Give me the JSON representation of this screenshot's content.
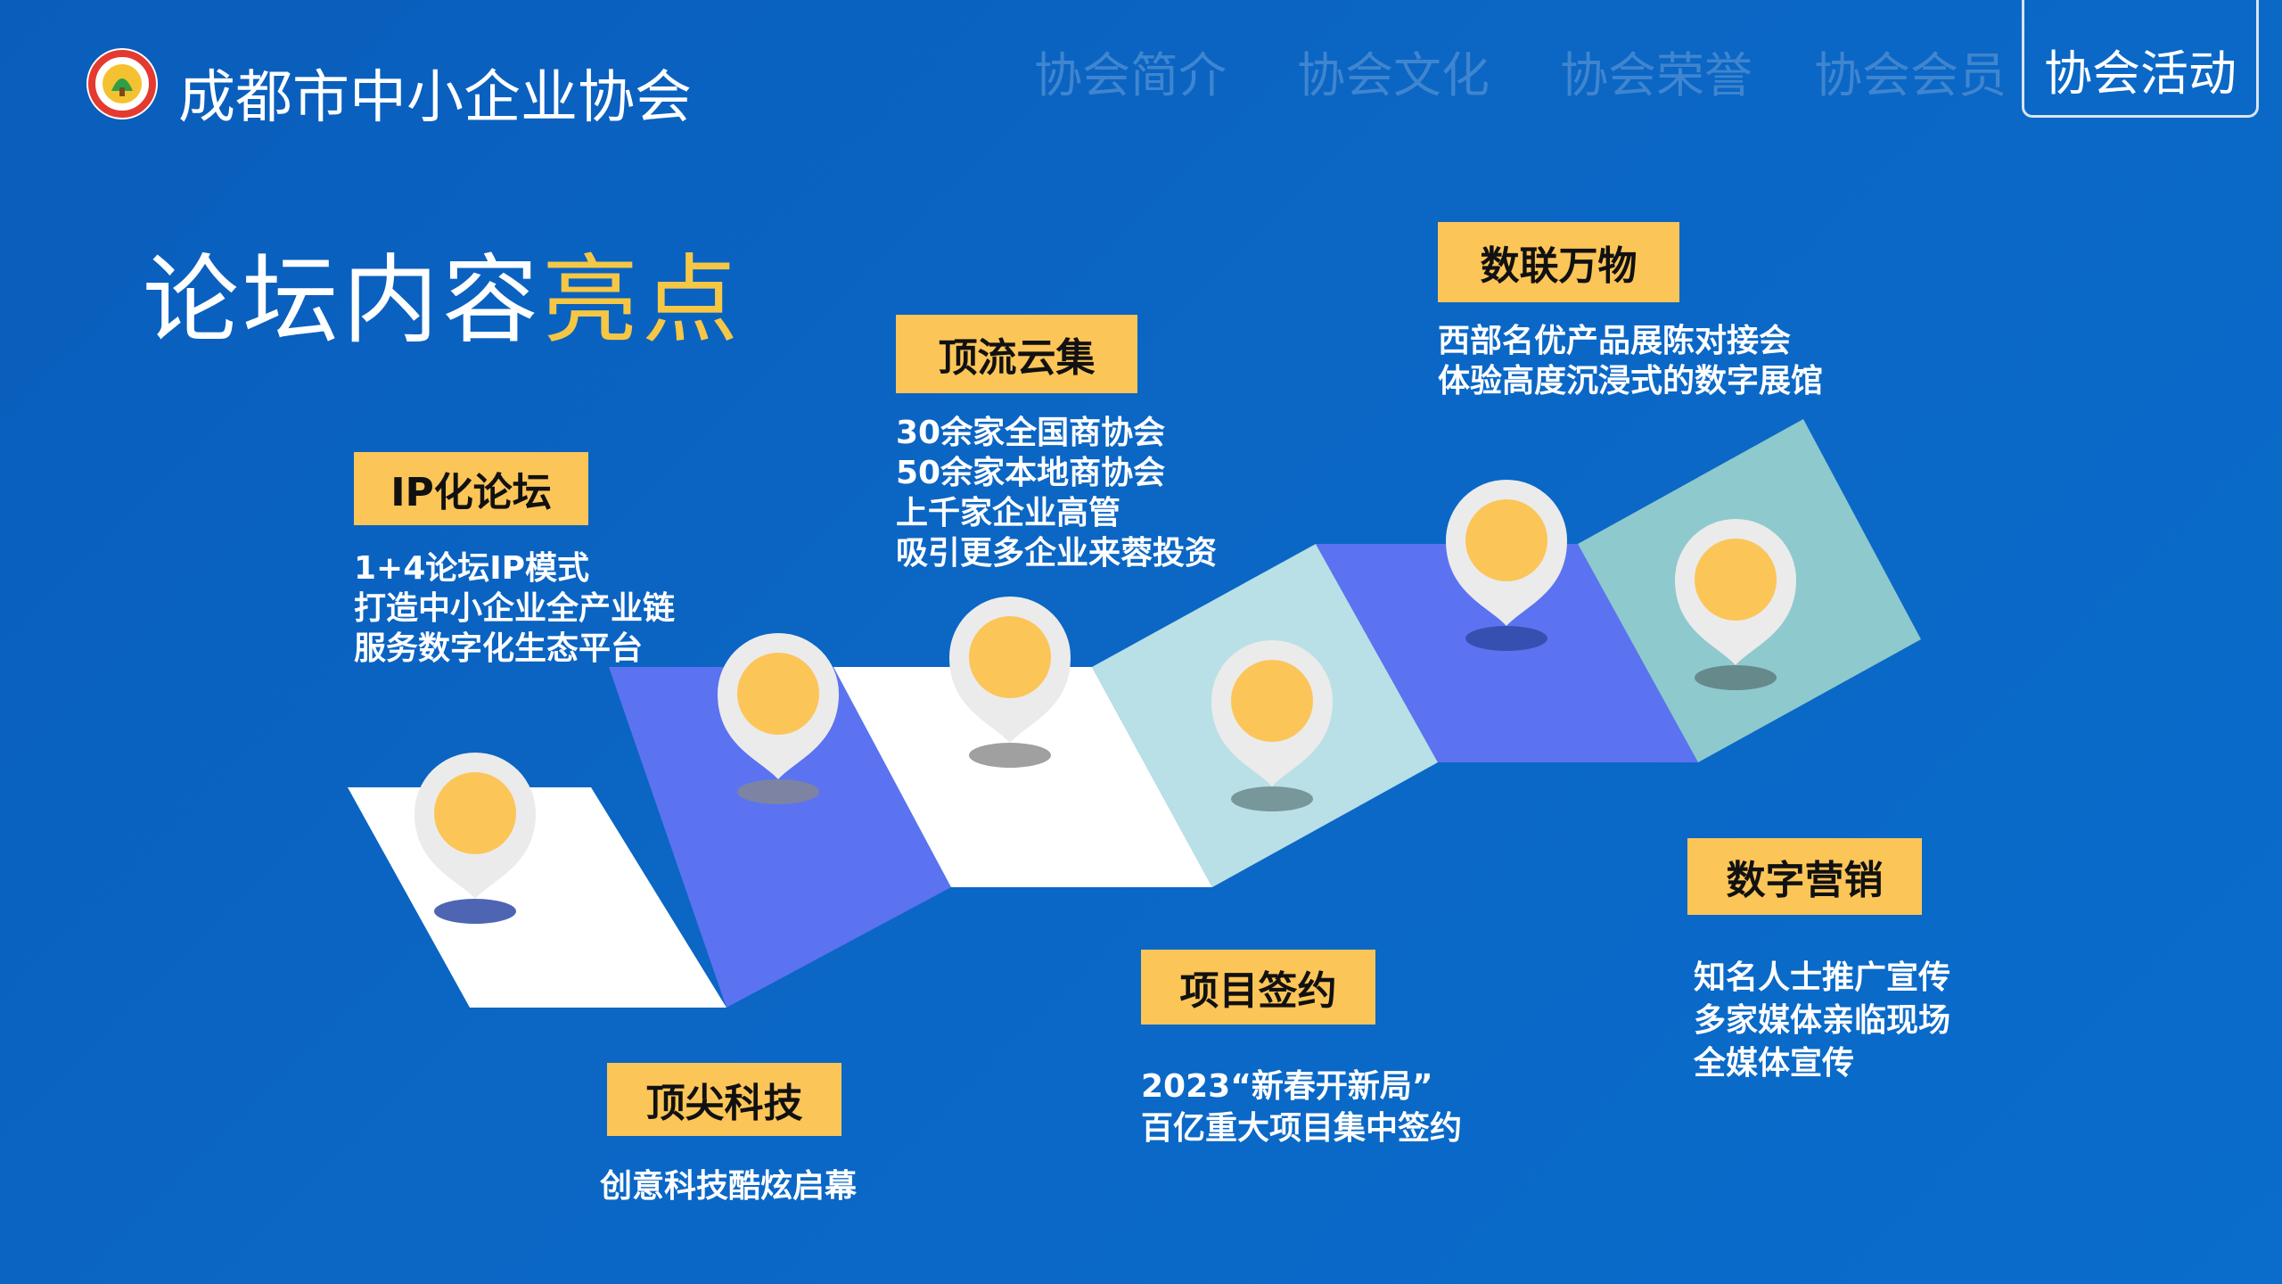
{
  "header": {
    "org_name": "成都市中小企业协会",
    "nav": [
      {
        "label": "协会简介"
      },
      {
        "label": "协会文化"
      },
      {
        "label": "协会荣誉"
      },
      {
        "label": "协会会员"
      },
      {
        "label": "协会活动"
      }
    ],
    "active_nav": "协会活动"
  },
  "title": {
    "main": "论坛内容",
    "highlight": "亮点"
  },
  "colors": {
    "background": "#0b66c4",
    "tag_fill": "#fcc558",
    "highlight": "#f6c744",
    "road_white": "#ffffff",
    "road_purple": "#5b73f0",
    "road_light_teal": "#b9e0e6",
    "road_teal": "#8ec9cd",
    "pin_dot": "#fcc558"
  },
  "milestones": [
    {
      "tag": "IP化论坛",
      "lines": [
        "1+4论坛IP模式",
        "打造中小企业全产业链",
        "服务数字化生态平台"
      ]
    },
    {
      "tag": "顶尖科技",
      "lines": [
        "创意科技酷炫启幕"
      ]
    },
    {
      "tag": "顶流云集",
      "lines": [
        "30余家全国商协会",
        "50余家本地商协会",
        "上千家企业高管",
        "吸引更多企业来蓉投资"
      ]
    },
    {
      "tag": "项目签约",
      "lines": [
        "2023“新春开新局”",
        "百亿重大项目集中签约"
      ]
    },
    {
      "tag": "数联万物",
      "lines": [
        "西部名优产品展陈对接会",
        "体验高度沉浸式的数字展馆"
      ]
    },
    {
      "tag": "数字营销",
      "lines": [
        "知名人士推广宣传",
        "多家媒体亲临现场",
        "全媒体宣传"
      ]
    }
  ]
}
